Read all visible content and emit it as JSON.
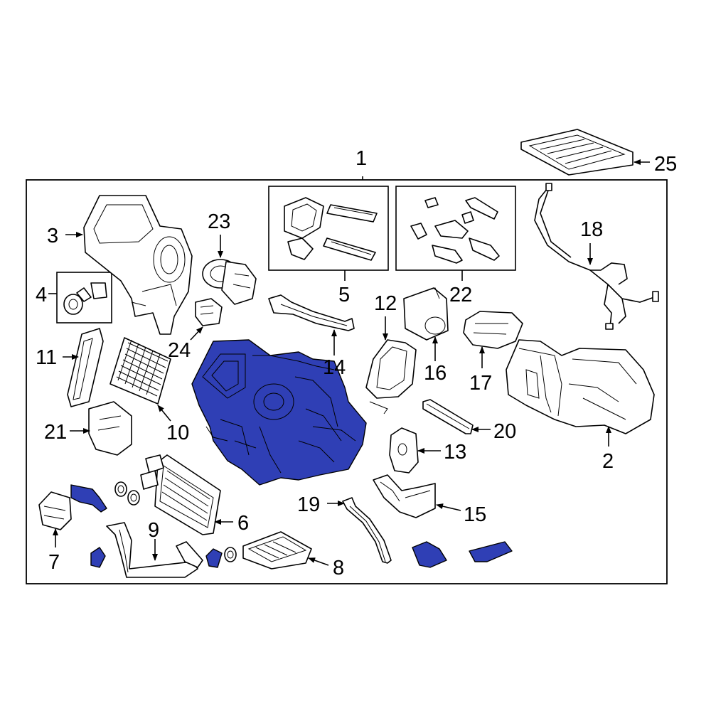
{
  "colors": {
    "highlight": "#2f3fb5",
    "line": "#000000",
    "background": "#ffffff"
  },
  "diagram": {
    "highlighted_part": "1",
    "callouts": [
      {
        "id": "c1",
        "label": "1"
      },
      {
        "id": "c2",
        "label": "2"
      },
      {
        "id": "c3",
        "label": "3"
      },
      {
        "id": "c4",
        "label": "4"
      },
      {
        "id": "c5",
        "label": "5"
      },
      {
        "id": "c6",
        "label": "6"
      },
      {
        "id": "c7",
        "label": "7"
      },
      {
        "id": "c8",
        "label": "8"
      },
      {
        "id": "c9",
        "label": "9"
      },
      {
        "id": "c10",
        "label": "10"
      },
      {
        "id": "c11",
        "label": "11"
      },
      {
        "id": "c12",
        "label": "12"
      },
      {
        "id": "c13",
        "label": "13"
      },
      {
        "id": "c14",
        "label": "14"
      },
      {
        "id": "c15",
        "label": "15"
      },
      {
        "id": "c16",
        "label": "16"
      },
      {
        "id": "c17",
        "label": "17"
      },
      {
        "id": "c18",
        "label": "18"
      },
      {
        "id": "c19",
        "label": "19"
      },
      {
        "id": "c20",
        "label": "20"
      },
      {
        "id": "c21",
        "label": "21"
      },
      {
        "id": "c22",
        "label": "22"
      },
      {
        "id": "c23",
        "label": "23"
      },
      {
        "id": "c24",
        "label": "24"
      },
      {
        "id": "c25",
        "label": "25"
      }
    ]
  }
}
